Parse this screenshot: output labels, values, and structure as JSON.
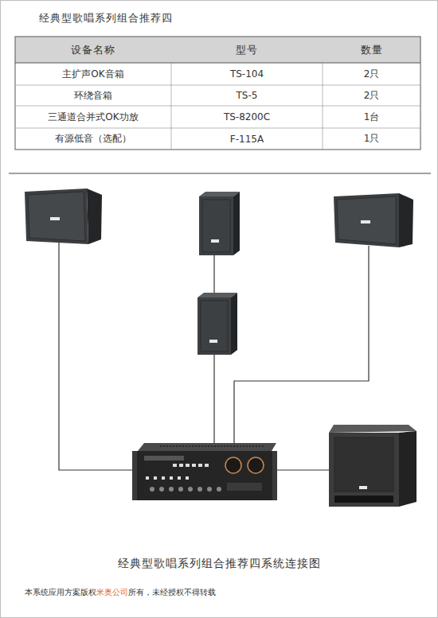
{
  "diagram": {
    "title": "经典型歌唱系列组合推荐四",
    "caption": "经典型歌唱系列组合推荐四系统连接图",
    "labels": [
      "设备名称",
      "型号",
      "数量",
      "主扩声OK音箱",
      "TS-104",
      "2只",
      "环绕音箱",
      "TS-5",
      "2只",
      "三通道合并式OK功放",
      "TS-8200C",
      "1台",
      "有源低音（选配）",
      "F-115A",
      "1只",
      "本系统应用方案版权",
      "米奥公司",
      "所有，未经授权不得转载"
    ]
  }
}
